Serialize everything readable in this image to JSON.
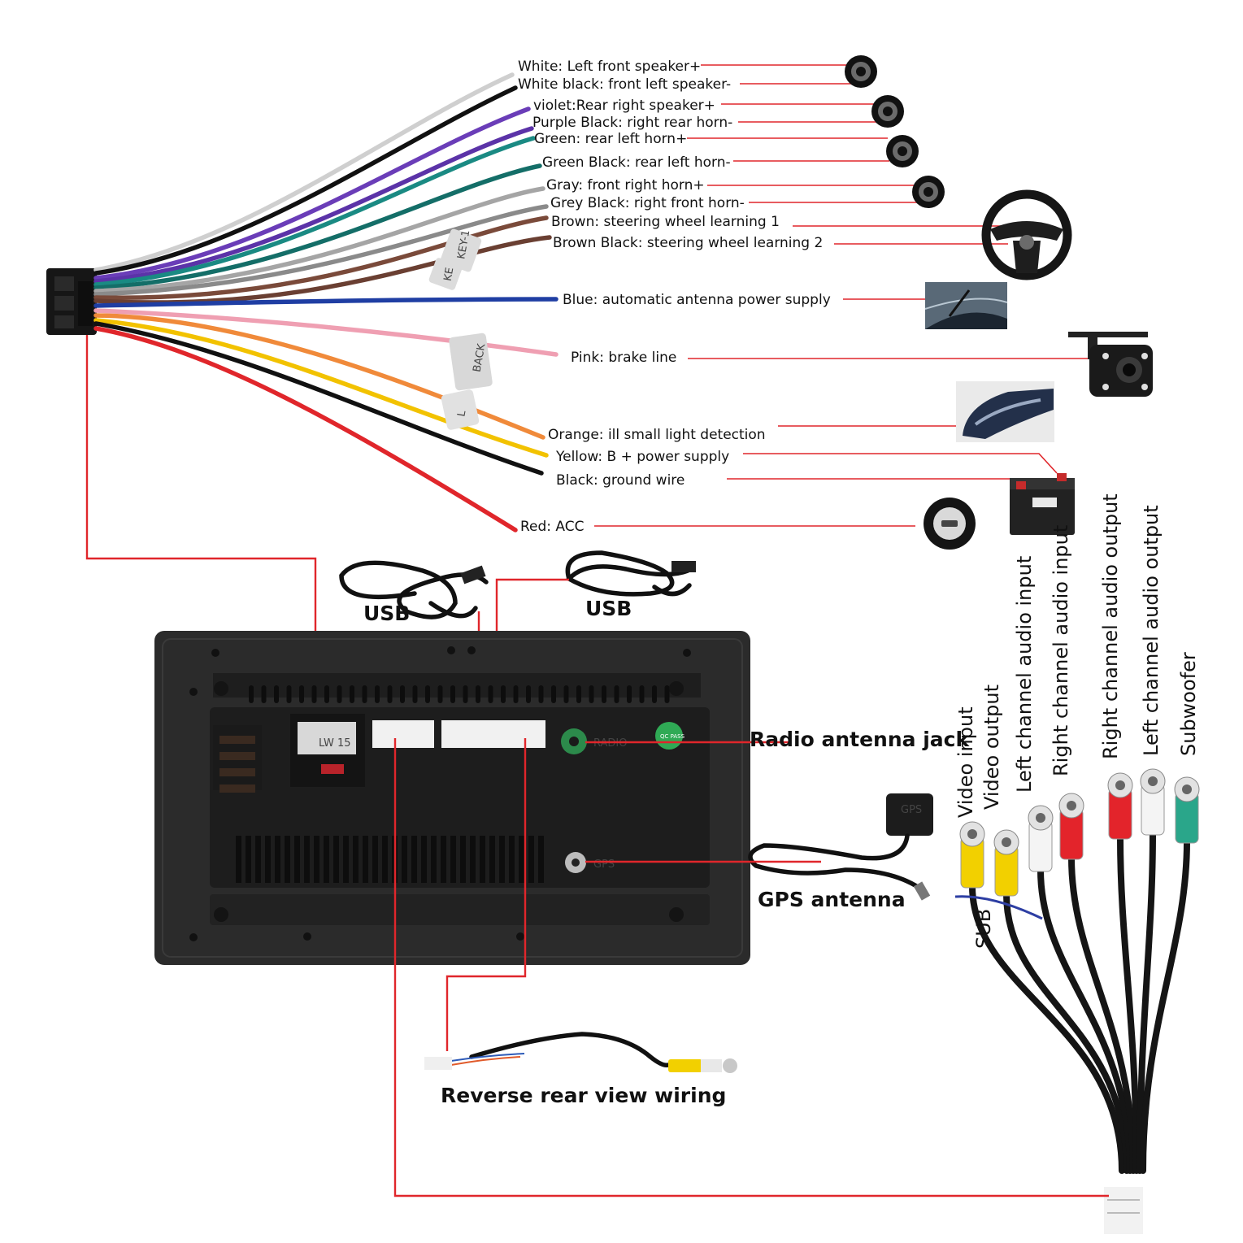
{
  "wires": [
    {
      "label": "White: Left front speaker+",
      "color": "#e9e9e9"
    },
    {
      "label": "White black: front left speaker-",
      "color": "#111111"
    },
    {
      "label": "violet:Rear right speaker+",
      "color": "#6a3db8"
    },
    {
      "label": "Purple Black: right rear horn-",
      "color": "#5b33a8"
    },
    {
      "label": "Green: rear left horn+",
      "color": "#1a8a83"
    },
    {
      "label": "Green Black: rear left horn-",
      "color": "#146e68"
    },
    {
      "label": "Gray: front right horn+",
      "color": "#a5a5a5"
    },
    {
      "label": "Grey Black: right front horn-",
      "color": "#8a8a8a"
    },
    {
      "label": "Brown: steering wheel learning 1",
      "color": "#7a4a3a"
    },
    {
      "label": "Brown Black: steering wheel learning 2",
      "color": "#6a3f32"
    },
    {
      "label": "Blue: automatic antenna power supply",
      "color": "#1f3ea3"
    },
    {
      "label": "Pink: brake line",
      "color": "#ef9fb2"
    },
    {
      "label": "Orange: ill small light detection",
      "color": "#f08a3a"
    },
    {
      "label": "Yellow: B + power supply",
      "color": "#f2c200"
    },
    {
      "label": "Black: ground wire",
      "color": "#111111"
    },
    {
      "label": "Red: ACC",
      "color": "#e0262b"
    }
  ],
  "wire_tags": {
    "key": "KEY-1",
    "key2": "KE",
    "back": "BACK",
    "ill": "L"
  },
  "unit_labels": {
    "usb_left": "USB",
    "usb_right": "USB",
    "radio_antenna": "Radio antenna jack",
    "gps_antenna": "GPS antenna",
    "reverse": "Reverse rear view wiring"
  },
  "unit_marks": {
    "radio": "RADIO",
    "gps": "GPS",
    "pass": "QC PASS",
    "gps_module": "GPS",
    "plug": "LW 15"
  },
  "rca_outputs": [
    {
      "label": "Video input",
      "color": "#f2d000"
    },
    {
      "label": "Video output",
      "color": "#f2d000"
    },
    {
      "label": "Left channel audio input",
      "color": "#f4f4f4"
    },
    {
      "label": "Right channel audio input",
      "color": "#e3242b"
    },
    {
      "label": "Right channel audio output",
      "color": "#e3242b"
    },
    {
      "label": "Left channel audio output",
      "color": "#f4f4f4"
    },
    {
      "label": "Subwoofer",
      "color": "#2aa68a"
    }
  ],
  "sub_label": "SUB",
  "colors": {
    "accent": "#e0262b",
    "panel": "#2b2b2b",
    "panel_dark": "#1b1b1b"
  }
}
